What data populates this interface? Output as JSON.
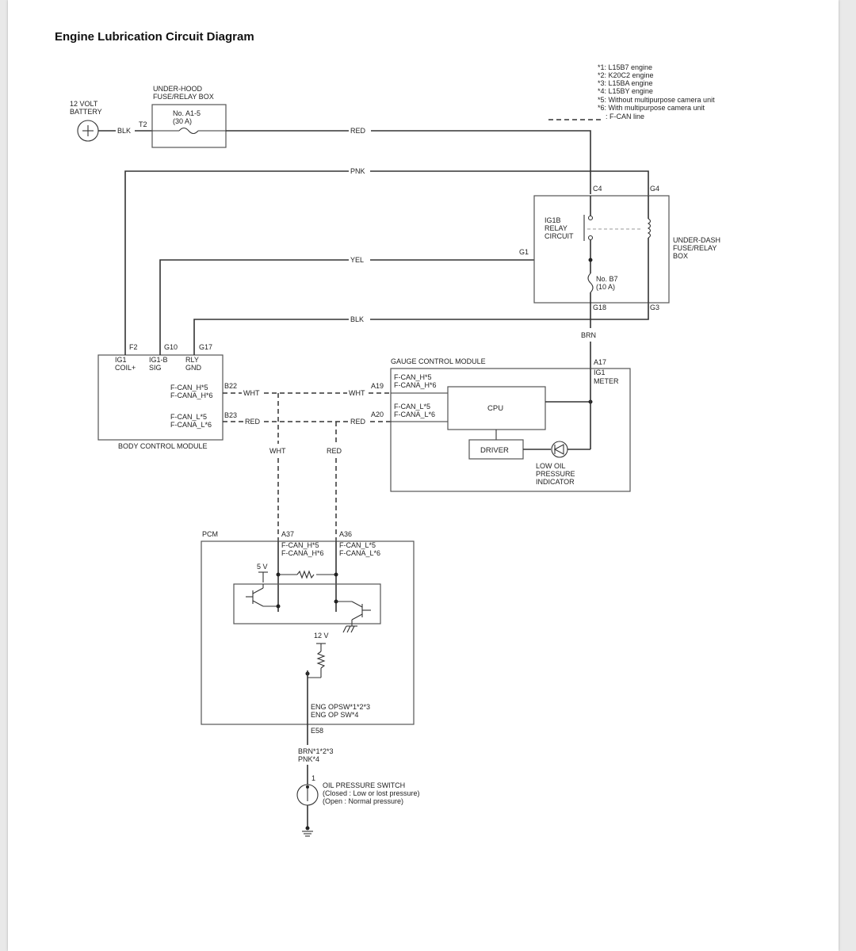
{
  "title": "Engine Lubrication Circuit Diagram",
  "legend": [
    "*1: L15B7 engine",
    "*2: K20C2 engine",
    "*3: L15BA engine",
    "*4: L15BY engine",
    "*5: Without multipurpose camera unit",
    "*6: With multipurpose camera unit",
    ": F-CAN line"
  ],
  "battery": {
    "line1": "12 VOLT",
    "line2": "BATTERY"
  },
  "underhood_box": {
    "line1": "UNDER-HOOD",
    "line2": "FUSE/RELAY BOX",
    "fuse_line1": "No. A1-5",
    "fuse_line2": "(30 A)",
    "terminal": "T2"
  },
  "underdash_box": {
    "line1": "UNDER-DASH",
    "line2": "FUSE/RELAY",
    "line3": "BOX",
    "relay_line1": "IG1B",
    "relay_line2": "RELAY",
    "relay_line3": "CIRCUIT",
    "fuse_line1": "No. B7",
    "fuse_line2": "(10 A)",
    "t_c4": "C4",
    "t_g4": "G4",
    "t_g1": "G1",
    "t_g18": "G18",
    "t_g3": "G3"
  },
  "wires": {
    "blk1": "BLK",
    "red1": "RED",
    "pnk": "PNK",
    "yel": "YEL",
    "blk2": "BLK",
    "brn": "BRN",
    "wht1": "WHT",
    "wht2": "WHT",
    "red2": "RED",
    "red3": "RED",
    "wht3": "WHT",
    "red4": "RED",
    "pcm_wire1": "BRN*1*2*3",
    "pcm_wire2": "PNK*4"
  },
  "bcm": {
    "label": "BODY CONTROL MODULE",
    "t_f2": "F2",
    "t_g10": "G10",
    "t_g17": "G17",
    "pin1_a": "IG1",
    "pin1_b": "COIL+",
    "pin2_a": "IG1-B",
    "pin2_b": "SIG",
    "pin3_a": "RLY",
    "pin3_b": "GND",
    "canh_a": "F-CAN_H*5",
    "canh_b": "F-CANA_H*6",
    "t_b22": "B22",
    "canl_a": "F-CAN_L*5",
    "canl_b": "F-CANA_L*6",
    "t_b23": "B23"
  },
  "gcm": {
    "label": "GAUGE CONTROL MODULE",
    "t_a17": "A17",
    "meter_a": "IG1",
    "meter_b": "METER",
    "t_a19": "A19",
    "canh_a": "F-CAN_H*5",
    "canh_b": "F-CANA_H*6",
    "t_a20": "A20",
    "canl_a": "F-CAN_L*5",
    "canl_b": "F-CANA_L*6",
    "cpu": "CPU",
    "driver": "DRIVER",
    "ind_line1": "LOW OIL",
    "ind_line2": "PRESSURE",
    "ind_line3": "INDICATOR"
  },
  "pcm": {
    "label": "PCM",
    "t_a37": "A37",
    "canh_a": "F-CAN_H*5",
    "canh_b": "F-CANA_H*6",
    "t_a36": "A36",
    "canl_a": "F-CAN_L*5",
    "canl_b": "F-CANA_L*6",
    "v5": "5 V",
    "v12": "12 V",
    "sw_a": "ENG OPSW*1*2*3",
    "sw_b": "ENG OP SW*4",
    "t_e58": "E58"
  },
  "oil_switch": {
    "pin": "1",
    "line1": "OIL PRESSURE SWITCH",
    "line2": "(Closed : Low or lost pressure)",
    "line3": "(Open : Normal pressure)"
  }
}
